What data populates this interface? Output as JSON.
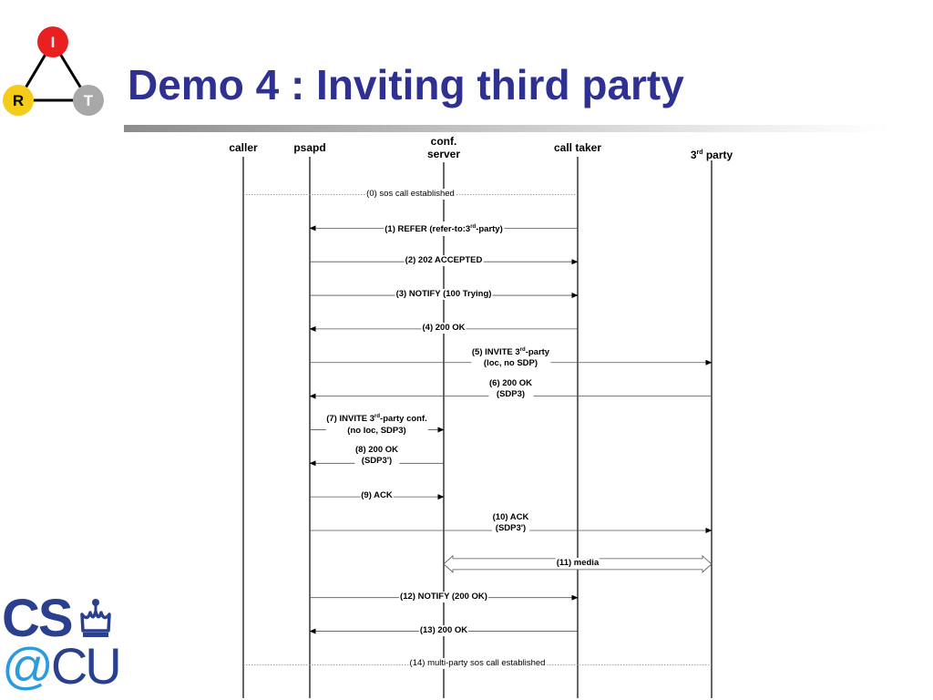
{
  "slide": {
    "title": "Demo 4 : Inviting third party"
  },
  "irt_logo": {
    "nodes": [
      {
        "letter": "I",
        "color": "#e82020"
      },
      {
        "letter": "R",
        "color": "#f5cc1a"
      },
      {
        "letter": "T",
        "color": "#a8a8a8"
      }
    ]
  },
  "cs_logo": {
    "line1": "CS",
    "line2_at": "@",
    "line2_rest": "CU"
  },
  "diagram": {
    "entities": [
      {
        "id": "caller",
        "name": "caller",
        "line2": ""
      },
      {
        "id": "psapd",
        "name": "psapd",
        "line2": ""
      },
      {
        "id": "conf_server",
        "name": "conf.",
        "line2": "server"
      },
      {
        "id": "call_taker",
        "name": "call taker",
        "line2": ""
      },
      {
        "id": "third_party",
        "name": "3",
        "sup": "rd",
        "after": " party"
      }
    ],
    "messages": [
      {
        "id": 0,
        "from": "caller",
        "to": "call_taker",
        "style": "dotted",
        "bold": false,
        "lines": [
          "(0) sos call established"
        ]
      },
      {
        "id": 1,
        "from": "call_taker",
        "to": "psapd",
        "style": "solid",
        "bold": true,
        "lines": [
          "(1) REFER (refer-to:3|rd|-party)"
        ]
      },
      {
        "id": 2,
        "from": "psapd",
        "to": "call_taker",
        "style": "solid",
        "bold": true,
        "lines": [
          "(2) 202 ACCEPTED"
        ]
      },
      {
        "id": 3,
        "from": "psapd",
        "to": "call_taker",
        "style": "solid",
        "bold": true,
        "lines": [
          "(3) NOTIFY (100 Trying)"
        ]
      },
      {
        "id": 4,
        "from": "call_taker",
        "to": "psapd",
        "style": "solid",
        "bold": true,
        "lines": [
          "(4) 200 OK"
        ]
      },
      {
        "id": 5,
        "from": "psapd",
        "to": "third_party",
        "style": "solid",
        "bold": true,
        "lines": [
          "(5) INVITE 3|rd|-party",
          "(loc, no SDP)"
        ]
      },
      {
        "id": 6,
        "from": "third_party",
        "to": "psapd",
        "style": "solid",
        "bold": true,
        "lines": [
          "(6) 200 OK",
          "(SDP3)"
        ]
      },
      {
        "id": 7,
        "from": "psapd",
        "to": "conf_server",
        "style": "solid",
        "bold": true,
        "lines": [
          "(7) INVITE 3|rd|-party conf.",
          "(no loc, SDP3)"
        ]
      },
      {
        "id": 8,
        "from": "conf_server",
        "to": "psapd",
        "style": "solid",
        "bold": true,
        "lines": [
          "(8) 200 OK",
          "(SDP3')"
        ]
      },
      {
        "id": 9,
        "from": "psapd",
        "to": "conf_server",
        "style": "solid",
        "bold": true,
        "lines": [
          "(9) ACK"
        ]
      },
      {
        "id": 10,
        "from": "psapd",
        "to": "third_party",
        "style": "solid",
        "bold": true,
        "lines": [
          "(10) ACK",
          "(SDP3')"
        ]
      },
      {
        "id": 11,
        "from": "conf_server",
        "to": "third_party",
        "style": "media",
        "bold": true,
        "lines": [
          "(11) media"
        ]
      },
      {
        "id": 12,
        "from": "psapd",
        "to": "call_taker",
        "style": "solid",
        "bold": true,
        "lines": [
          "(12) NOTIFY (200 OK)"
        ]
      },
      {
        "id": 13,
        "from": "call_taker",
        "to": "psapd",
        "style": "solid",
        "bold": true,
        "lines": [
          "(13) 200 OK"
        ]
      },
      {
        "id": 14,
        "from": "caller",
        "to": "third_party",
        "style": "dotted",
        "bold": false,
        "lines": [
          "(14) multi-party sos call established"
        ]
      }
    ]
  }
}
